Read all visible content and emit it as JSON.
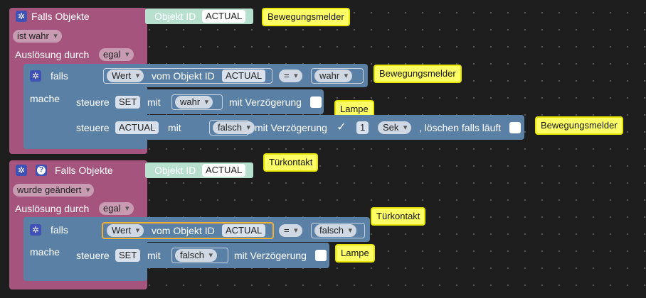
{
  "block1": {
    "title": "Falls Objekte",
    "condition": "ist wahr",
    "trigger_label": "Auslösung durch",
    "trigger_value": "egal",
    "object_label": "Objekt ID",
    "object_value": "ACTUAL",
    "object_comment": "Bewegungsmelder",
    "if_label": "falls",
    "do_label": "mache",
    "cond": {
      "field": "Wert",
      "from_label": "vom Objekt ID",
      "object": "ACTUAL",
      "op": "=",
      "value": "wahr",
      "comment": "Bewegungsmelder"
    },
    "action1": {
      "label": "steuere",
      "target": "SET",
      "with_label": "mit",
      "value": "wahr",
      "delay_label": "mit Verzögerung",
      "comment": "Lampe"
    },
    "action2": {
      "label": "steuere",
      "target": "ACTUAL",
      "with_label": "mit",
      "value": "falsch",
      "delay_label": "mit Verzögerung",
      "delay_checked": "✓",
      "delay_amount": "1",
      "delay_unit": "Sek",
      "clear_label": ", löschen falls läuft",
      "comment": "Bewegungsmelder"
    }
  },
  "block2": {
    "title": "Falls Objekte",
    "condition": "wurde geändert",
    "trigger_label": "Auslösung durch",
    "trigger_value": "egal",
    "object_label": "Objekt ID",
    "object_value": "ACTUAL",
    "object_comment": "Türkontakt",
    "if_label": "falls",
    "do_label": "mache",
    "cond": {
      "field": "Wert",
      "from_label": "vom Objekt ID",
      "object": "ACTUAL",
      "op": "=",
      "value": "falsch",
      "comment": "Türkontakt"
    },
    "action1": {
      "label": "steuere",
      "target": "SET",
      "with_label": "mit",
      "value": "falsch",
      "delay_label": "mit Verzögerung",
      "comment": "Lampe"
    }
  },
  "colors": {
    "event_block": "#a5547d",
    "logic_block": "#5b80a5",
    "object_block": "#b8e0cf",
    "comment": "#ffff66",
    "highlight": "#f2b134"
  }
}
